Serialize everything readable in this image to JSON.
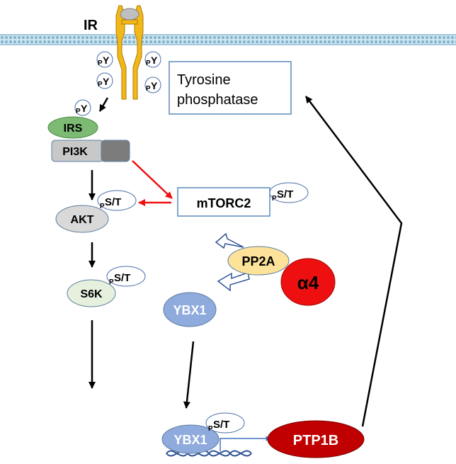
{
  "receptor": {
    "label": "IR"
  },
  "phospho": {
    "prefix": "P",
    "tyrosine": "Y",
    "serine_threonine": "S/T"
  },
  "boxes": {
    "tyrosine_phosphatase_line1": "Tyrosine",
    "tyrosine_phosphatase_line2": "phosphatase",
    "mtorc2": "mTORC2"
  },
  "nodes": {
    "irs": "IRS",
    "pi3k": "PI3K",
    "akt": "AKT",
    "s6k": "S6K",
    "pp2a": "PP2A",
    "alpha4": "α4",
    "ybx1_cytoplasm": "YBX1",
    "ybx1_nucleus": "YBX1",
    "ptp1b": "PTP1B"
  },
  "colors": {
    "membrane": "#a9cfe0",
    "receptor": "#f2b81a",
    "irs": "#7dbb74",
    "pi3k": "#c8c8c8",
    "pi3k_domain": "#7c7c7c",
    "akt": "#d9d9d9",
    "s6k": "#e6f1dd",
    "pp2a": "#fde29a",
    "alpha4": "#ee1010",
    "ybx1": "#8faadc",
    "ptp1b": "#c00000",
    "red_arrow": "#ee1111",
    "box_border": "#5b89b8"
  }
}
